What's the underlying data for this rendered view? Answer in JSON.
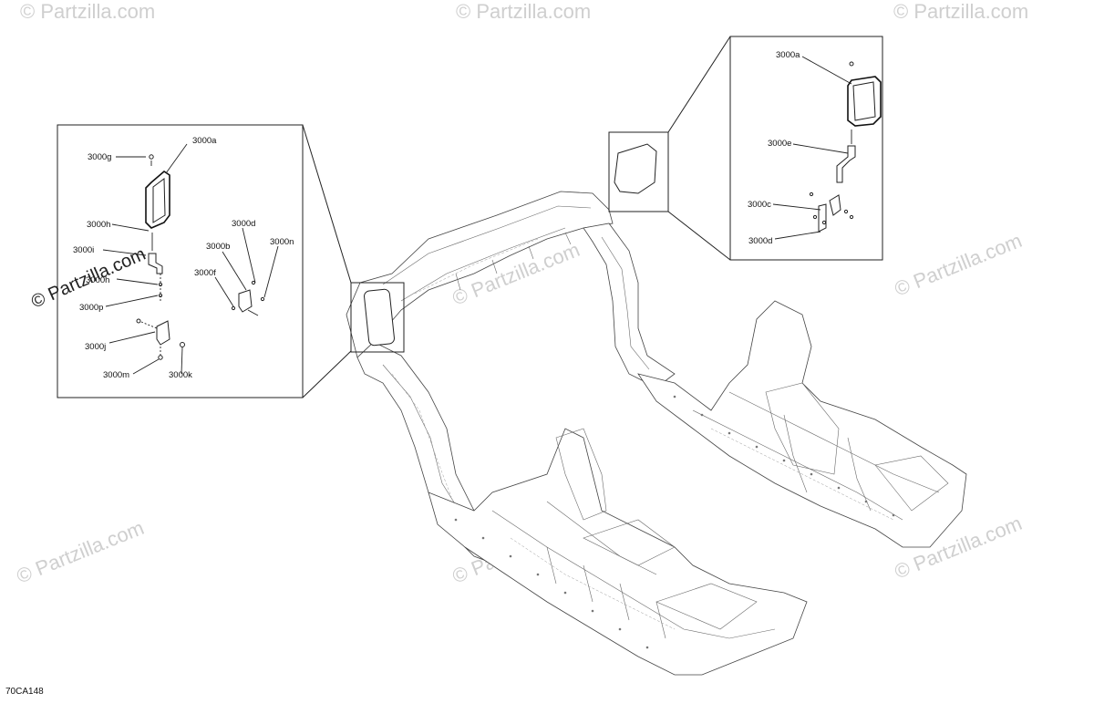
{
  "drawing_code": "70CA148",
  "watermarks": {
    "main": "© Partzilla.com",
    "faint": "© Partzilla.com"
  },
  "left_inset": {
    "labels": {
      "a": "3000a",
      "g": "3000g",
      "h1": "3000h",
      "i": "3000i",
      "h2": "3000h",
      "p": "3000p",
      "j": "3000j",
      "m": "3000m",
      "k": "3000k",
      "d": "3000d",
      "b": "3000b",
      "n": "3000n",
      "f": "3000f"
    }
  },
  "right_inset": {
    "labels": {
      "a": "3000a",
      "e": "3000e",
      "c": "3000c",
      "d": "3000d"
    }
  }
}
